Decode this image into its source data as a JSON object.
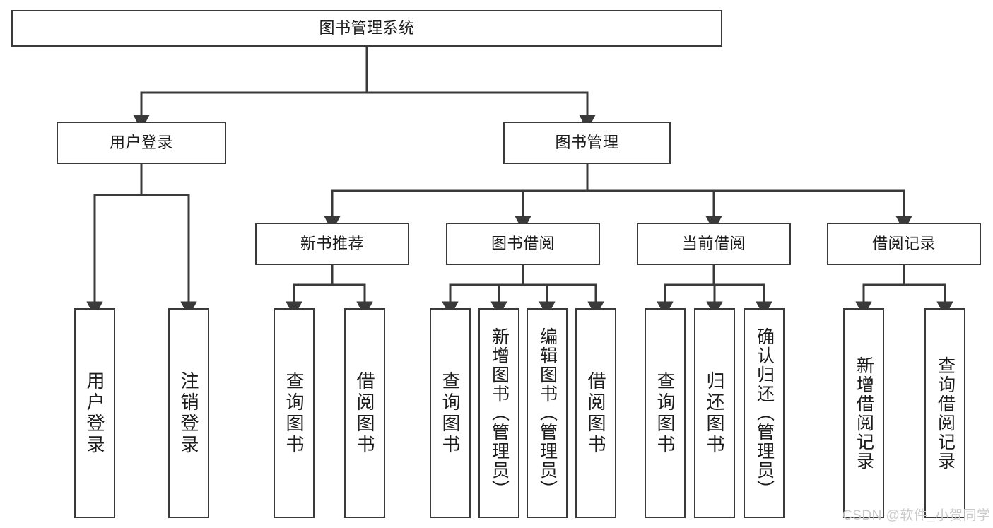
{
  "diagram": {
    "type": "tree-hierarchy",
    "title": "图书管理系统",
    "orientation": "top-down",
    "line_color": "#3a3a3a",
    "box_fill": "#ffffff",
    "text_color": "#1c1c1c",
    "nodes": {
      "root": {
        "label": "图书管理系统"
      },
      "level1": [
        {
          "label": "用户登录"
        },
        {
          "label": "图书管理"
        }
      ],
      "level2": [
        {
          "label": "新书推荐"
        },
        {
          "label": "图书借阅"
        },
        {
          "label": "当前借阅"
        },
        {
          "label": "借阅记录"
        }
      ],
      "leaves": {
        "user_login": [
          {
            "label": "用户登录"
          },
          {
            "label": "注销登录"
          }
        ],
        "new_book_recommend": [
          {
            "label": "查询图书"
          },
          {
            "label": "借阅图书"
          }
        ],
        "book_borrow": [
          {
            "label": "查询图书"
          },
          {
            "label": "新增图书（管理员）"
          },
          {
            "label": "编辑图书（管理员）"
          },
          {
            "label": "借阅图书"
          }
        ],
        "current_borrow": [
          {
            "label": "查询图书"
          },
          {
            "label": "归还图书"
          },
          {
            "label": "确认归还（管理员）"
          }
        ],
        "borrow_record": [
          {
            "label": "新增借阅记录"
          },
          {
            "label": "查询借阅记录"
          }
        ]
      }
    }
  },
  "watermark": {
    "text": "CSDN @软件_小贺同学",
    "color": "#c9c9c9"
  }
}
